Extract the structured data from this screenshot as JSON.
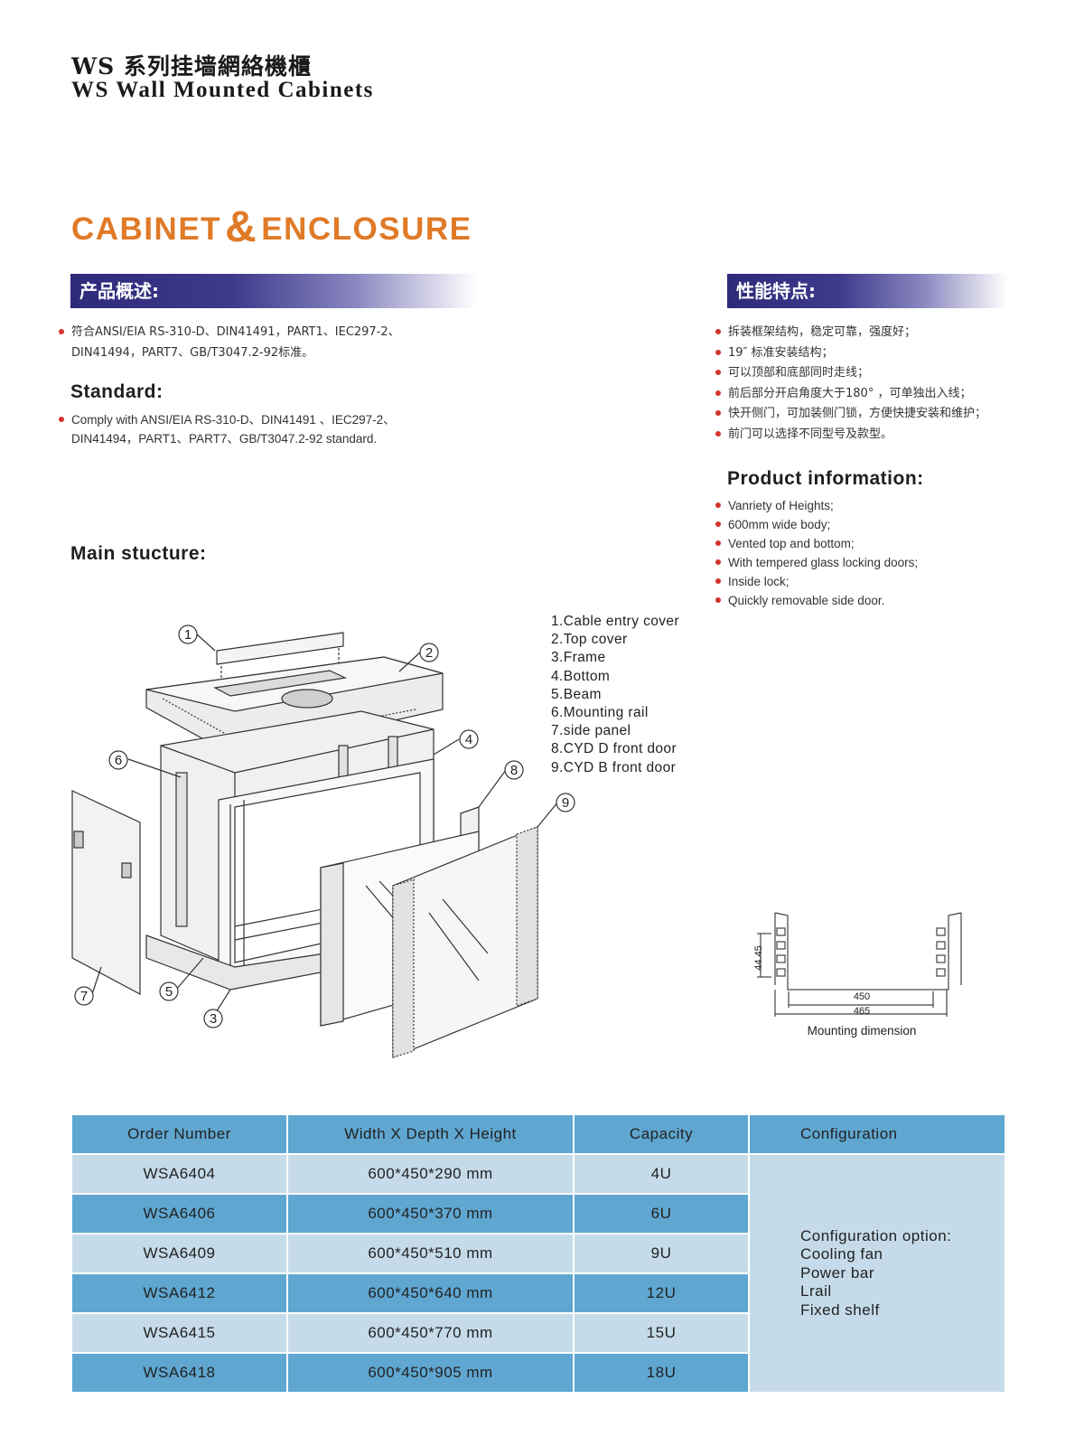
{
  "header": {
    "title_cn": "WS 系列挂墙網絡機櫃",
    "title_en": "WS Wall Mounted Cabinets"
  },
  "brand": {
    "word1": "CABINET",
    "amp": "&",
    "word2": "ENCLOSURE",
    "color": "#e07a27"
  },
  "overview": {
    "bar_label": "产品概述:",
    "cn_text": [
      "符合ANSI/EIA RS-310-D、DIN41491，PART1、IEC297-2、",
      "DIN41494，PART7、GB/T3047.2-92标准。"
    ],
    "standard_heading": "Standard:",
    "standard_text": [
      "Comply with ANSI/EIA RS-310-D、DIN41491 、IEC297-2、",
      "DIN41494，PART1、PART7、GB/T3047.2-92 standard."
    ]
  },
  "features": {
    "bar_label": "性能特点:",
    "items": [
      "拆装框架结构，稳定可靠，强度好；",
      "19″ 标准安装结构；",
      "可以顶部和底部同时走线；",
      "前后部分开启角度大于180° ，可单独出入线；",
      "快开侧门，可加装侧门锁，方便快捷安装和维护；",
      "前门可以选择不同型号及款型。"
    ]
  },
  "product_info": {
    "heading": "Product information:",
    "items": [
      "Vanriety of Heights;",
      "600mm wide body;",
      "Vented top and bottom;",
      "With tempered glass locking doors;",
      "Inside lock;",
      "Quickly removable side door."
    ]
  },
  "structure": {
    "heading": "Main stucture:",
    "parts": [
      "1.Cable entry cover",
      "2.Top cover",
      "3.Frame",
      "4.Bottom",
      "5.Beam",
      "6.Mounting rail",
      "7.side panel",
      "8.CYD D front door",
      "9.CYD B front door"
    ],
    "callouts": [
      "1",
      "2",
      "3",
      "4",
      "5",
      "6",
      "7",
      "8",
      "9"
    ]
  },
  "mounting": {
    "pitch": "44.45",
    "inner_width": "450",
    "outer_width": "465",
    "caption": "Mounting dimension"
  },
  "table": {
    "headers": [
      "Order Number",
      "Width X Depth X Height",
      "Capacity",
      "Configuration"
    ],
    "rows": [
      {
        "order": "WSA6404",
        "size": "600*450*290 mm",
        "capacity": "4U"
      },
      {
        "order": "WSA6406",
        "size": "600*450*370 mm",
        "capacity": "6U"
      },
      {
        "order": "WSA6409",
        "size": "600*450*510 mm",
        "capacity": "9U"
      },
      {
        "order": "WSA6412",
        "size": "600*450*640 mm",
        "capacity": "12U"
      },
      {
        "order": "WSA6415",
        "size": "600*450*770 mm",
        "capacity": "15U"
      },
      {
        "order": "WSA6418",
        "size": "600*450*905 mm",
        "capacity": "18U"
      }
    ],
    "config_lines": [
      "Configuration option:",
      "Cooling fan",
      "Power bar",
      "Lrail",
      "Fixed shelf"
    ]
  },
  "colors": {
    "bar_gradient_start": "#2e2a7a",
    "table_dark": "#5fa7d1",
    "table_light": "#c5dbe9",
    "bullet": "#d0342c"
  }
}
